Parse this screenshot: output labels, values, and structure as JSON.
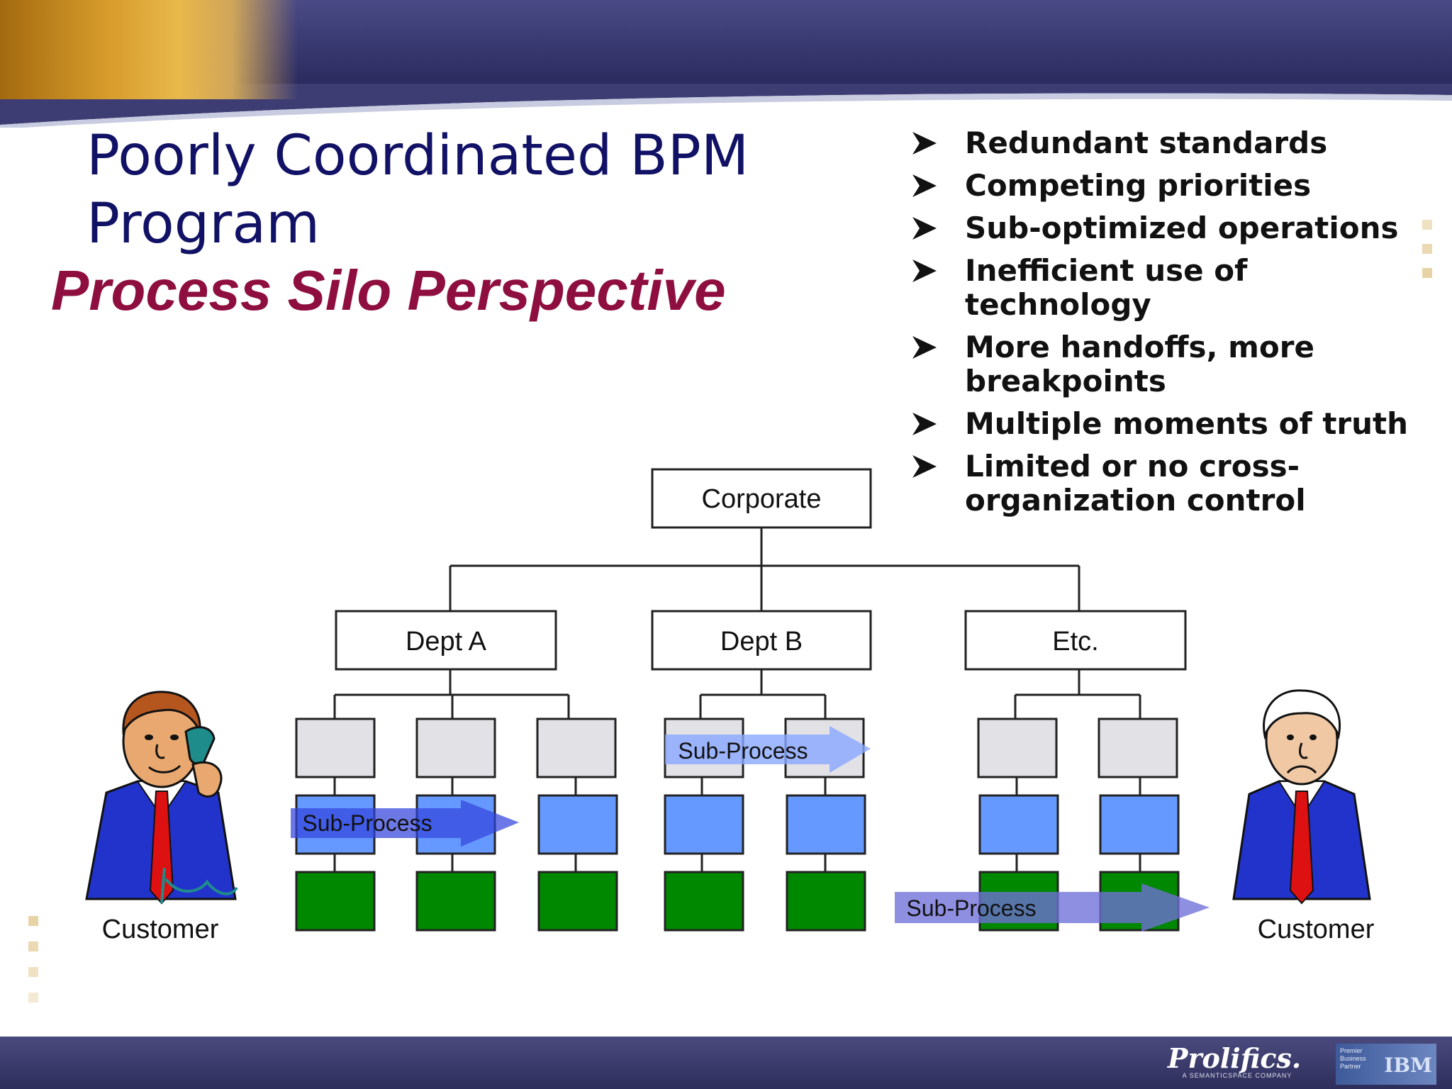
{
  "slide": {
    "title": "Poorly Coordinated BPM Program",
    "subtitle": "Process Silo Perspective"
  },
  "bullets": [
    "Redundant standards",
    "Competing priorities",
    "Sub-optimized operations",
    "Inefficient use of technology",
    "More handoffs, more breakpoints",
    "Multiple moments of truth",
    "Limited or no cross-organization control"
  ],
  "org_chart": {
    "root": "Corporate",
    "departments": [
      "Dept A",
      "Dept B",
      "Etc."
    ],
    "subprocess_label": "Sub-Process"
  },
  "customers": {
    "left_label": "Customer",
    "right_label": "Customer"
  },
  "footer": {
    "brand": "Prolifics.",
    "tagline": "A SEMANTICSPACE COMPANY",
    "partner_text": "Premier Business Partner",
    "partner_brand": "IBM"
  },
  "colors": {
    "title": "#111166",
    "subtitle": "#8e0f3f",
    "box_gray": "#e2e2e6",
    "box_blue": "#6699ff",
    "box_green": "#008800",
    "arrow_light": "#8aa8ff",
    "arrow_dark": "#3344dd",
    "arrow_violet": "#7777dd",
    "footer": "#35356a"
  }
}
